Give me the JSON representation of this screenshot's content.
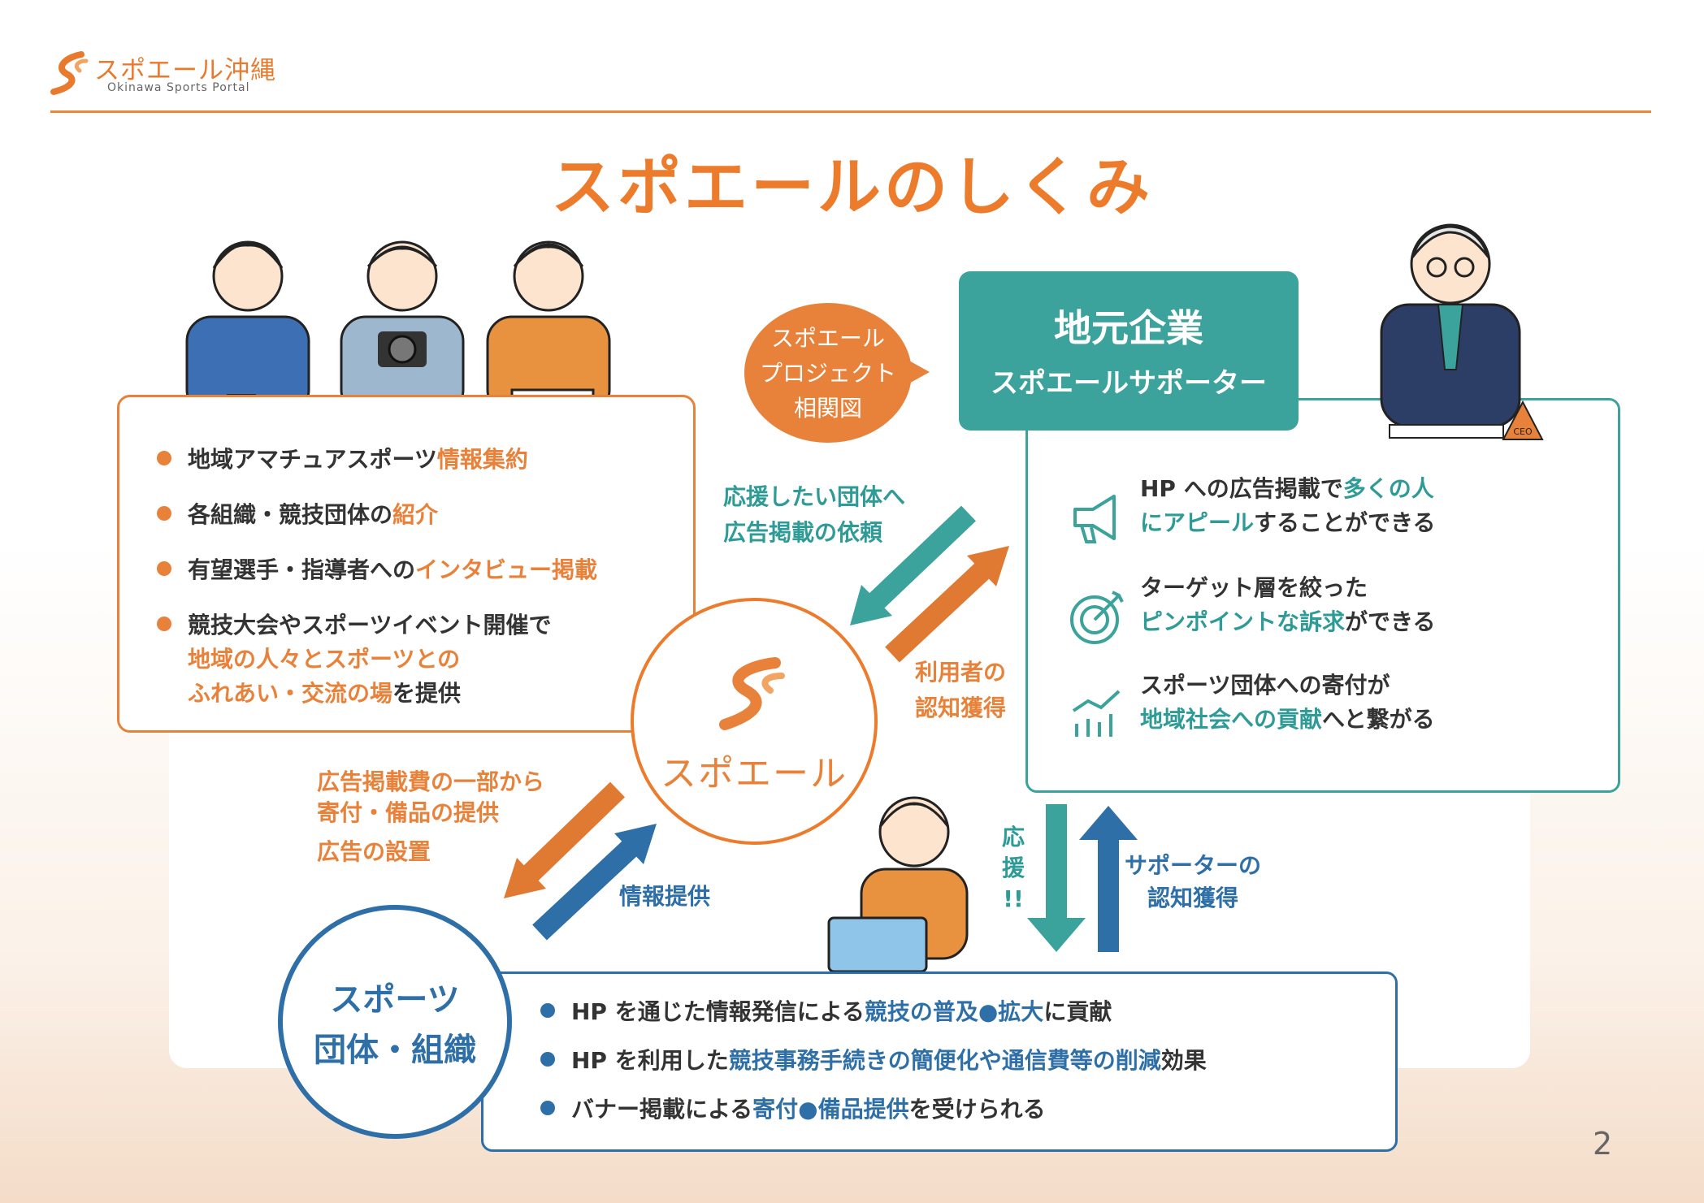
{
  "header": {
    "logo_title": "スポエール沖縄",
    "logo_subtitle": "Okinawa Sports Portal"
  },
  "title": "スポエールのしくみ",
  "bubble": {
    "line1": "スポエール",
    "line2": "プロジェクト",
    "line3": "相関図"
  },
  "supporter": {
    "title": "地元企業",
    "subtitle": "スポエールサポーター"
  },
  "left_box": {
    "items": [
      {
        "a": "地域アマチュアスポーツ",
        "b": "情報集約"
      },
      {
        "a": "各組織・競技団体の",
        "b": "紹介"
      },
      {
        "a": "有望選手・指導者への",
        "b": "インタビュー掲載"
      },
      {
        "a": "競技大会やスポーツイベント開催で",
        "b": "地域の人々とスポーツとの",
        "c": "ふれあい・交流の場",
        "d": "を提供"
      }
    ]
  },
  "right_box": {
    "items": [
      {
        "a": "HP への広告掲載で",
        "b": "多くの人",
        "c": "にアピール",
        "d": "することができる"
      },
      {
        "a": "ターゲット層を絞った",
        "b": "ピンポイントな訴求",
        "c": "ができる"
      },
      {
        "a": "スポーツ団体への寄付が",
        "b": "地域社会への貢献",
        "c": "へと繋がる"
      }
    ]
  },
  "center": {
    "name": "スポエール"
  },
  "organization": {
    "line1": "スポーツ",
    "line2": "団体・組織"
  },
  "bottom_box": {
    "items": [
      {
        "a": "HP を通じた情報発信による",
        "b": "競技の普及●拡大",
        "c": "に貢献"
      },
      {
        "a": "HP を利用した",
        "b": "競技事務手続きの簡便化や通信費等の削減",
        "c": "効果"
      },
      {
        "a": "バナー掲載による",
        "b": "寄付●備品提供",
        "c": "を受けられる"
      }
    ]
  },
  "labels": {
    "ad_request_1": "応援したい団体へ",
    "ad_request_2": "広告掲載の依頼",
    "awareness_1": "利用者の",
    "awareness_2": "認知獲得",
    "donation_1": "広告掲載費の一部から",
    "donation_2": "寄付・備品の提供",
    "ad_setup": "広告の設置",
    "info": "情報提供",
    "cheer_1": "応",
    "cheer_2": "援",
    "cheer_3": "!!",
    "sup_aware_1": "サポーターの",
    "sup_aware_2": "認知獲得"
  },
  "icons": {
    "ceo_badge": "CEO"
  },
  "page_number": "2",
  "colors": {
    "orange": "#e8823a",
    "teal": "#3ba29c",
    "blue": "#2f6fa8"
  }
}
